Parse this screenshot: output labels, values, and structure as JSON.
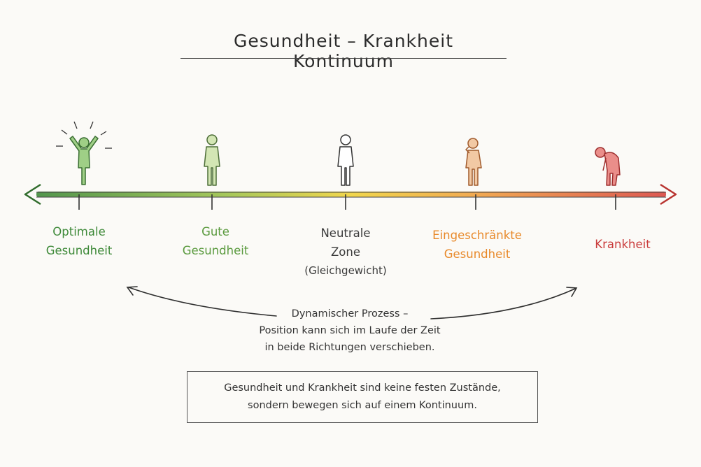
{
  "title": "Gesundheit – Krankheit  Kontinuum",
  "states": [
    {
      "line1": "Optimale",
      "line2": "Gesundheit",
      "line3": "",
      "color": "#3f8a3a"
    },
    {
      "line1": "Gute",
      "line2": "Gesundheit",
      "line3": "",
      "color": "#5a9a3e"
    },
    {
      "line1": "Neutrale",
      "line2": "Zone",
      "line3": "(Gleichgewicht)",
      "color": "#3a3a3a"
    },
    {
      "line1": "Eingeschränkte",
      "line2": "Gesundheit",
      "line3": "",
      "color": "#e8892a"
    },
    {
      "line1": "Krankheit",
      "line2": "",
      "line3": "",
      "color": "#c93b3b"
    }
  ],
  "dynamic_text": {
    "line1": "Dynamischer Prozess –",
    "line2": "Position kann sich im Laufe der Zeit",
    "line3": "in beide Richtungen verschieben."
  },
  "note": {
    "line1": "Gesundheit und Krankheit sind keine festen Zustände,",
    "line2": "sondern bewegen sich auf einem Kontinuum."
  },
  "axis_gradient": [
    "#3f8a3a",
    "#9cc24a",
    "#f0d23a",
    "#f0a040",
    "#d9463f"
  ]
}
